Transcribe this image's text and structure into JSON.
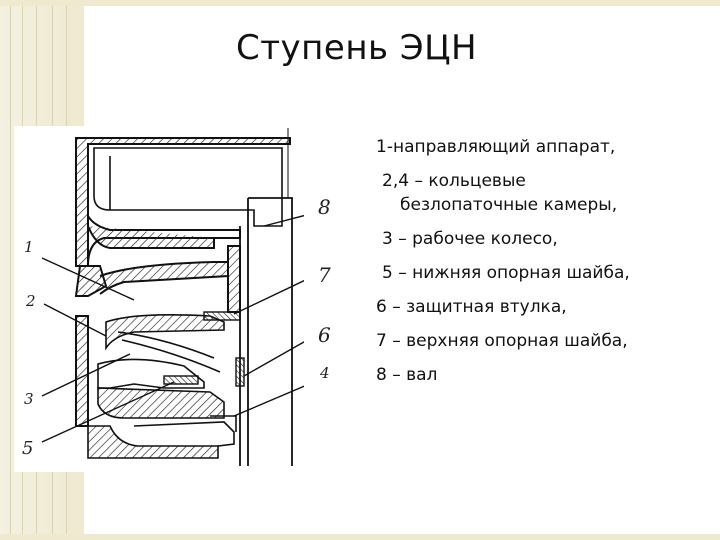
{
  "title": "Ступень ЭЦН",
  "legend": {
    "line1": "1-направляющий аппарат,",
    "line2a": "2,4 – кольцевые",
    "line2b": "безлопаточные камеры,",
    "line3": "3 – рабочее колесо,",
    "line4": "5 – нижняя опорная шайба,",
    "line5": "6 – защитная втулка,",
    "line6": "7 – верхняя опорная шайба,",
    "line7": "8 – вал"
  },
  "diagram": {
    "labels": {
      "n1": "1",
      "n2": "2",
      "n3": "3",
      "n5": "5",
      "n8": "8",
      "n7": "7",
      "n6": "6",
      "n4": "4"
    }
  }
}
